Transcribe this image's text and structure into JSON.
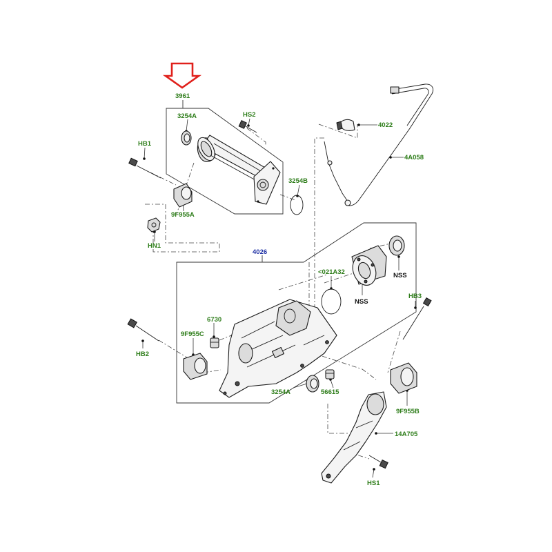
{
  "colors": {
    "label_green": "#2e7d1a",
    "label_blue": "#1d2fa3",
    "arrow_red": "#e0201b",
    "line": "#1a1a1a"
  },
  "labels": {
    "l3961": "3961",
    "l3254A_top": "3254A",
    "lHS2": "HS2",
    "lHB1": "HB1",
    "l3254B": "3254B",
    "l9F955A": "9F955A",
    "lHN1": "HN1",
    "l4022": "4022",
    "l4A058": "4A058",
    "l4026": "4026",
    "l021A32": "<021A32",
    "lNSS_1": "NSS",
    "lNSS_2": "NSS",
    "lHB3": "HB3",
    "l6730": "6730",
    "l9F955C": "9F955C",
    "lHB2": "HB2",
    "l3254A_bottom": "3254A",
    "l56615": "56615",
    "l9F955B": "9F955B",
    "l14A705": "14A705",
    "lHS1": "HS1"
  }
}
